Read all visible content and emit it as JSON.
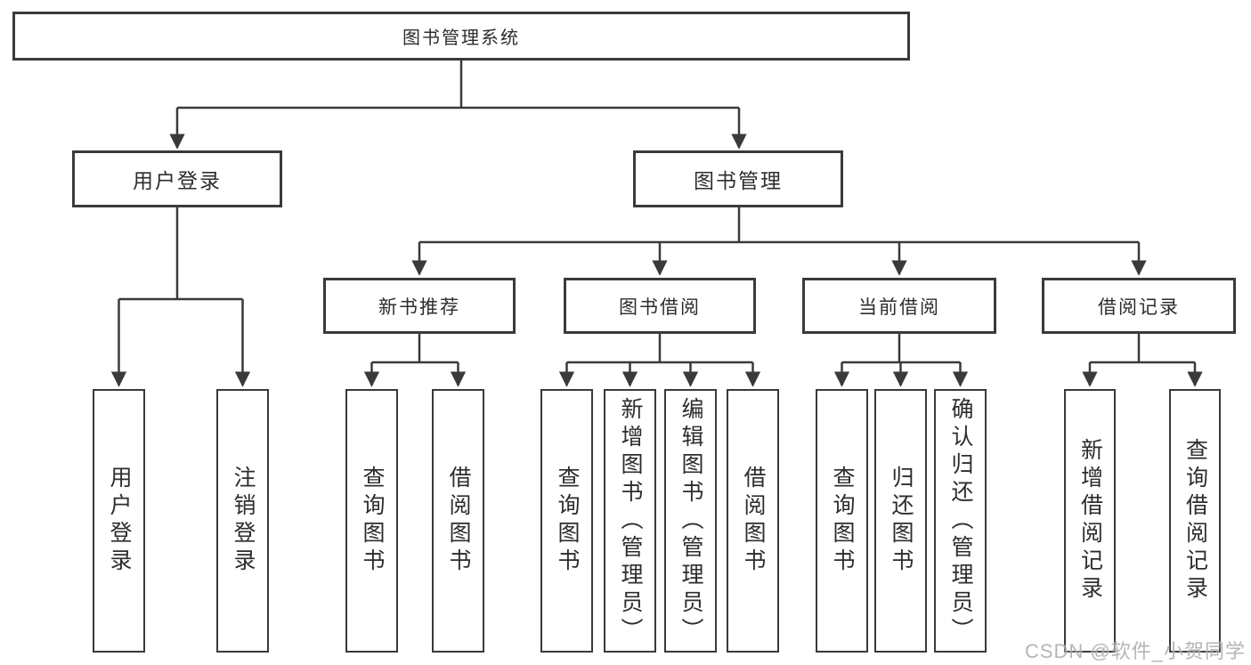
{
  "diagram": {
    "tree": {
      "label": "图书管理系统",
      "children": [
        {
          "label": "用户登录",
          "children": [
            {
              "label": "用户登录"
            },
            {
              "label": "注销登录"
            }
          ]
        },
        {
          "label": "图书管理",
          "children": [
            {
              "label": "新书推荐",
              "children": [
                {
                  "label": "查询图书"
                },
                {
                  "label": "借阅图书"
                }
              ]
            },
            {
              "label": "图书借阅",
              "children": [
                {
                  "label": "查询图书"
                },
                {
                  "label": "新增图书（管理员）"
                },
                {
                  "label": "编辑图书（管理员）"
                },
                {
                  "label": "借阅图书"
                }
              ]
            },
            {
              "label": "当前借阅",
              "children": [
                {
                  "label": "查询图书"
                },
                {
                  "label": "归还图书"
                },
                {
                  "label": "确认归还（管理员）"
                }
              ]
            },
            {
              "label": "借阅记录",
              "children": [
                {
                  "label": "新增借阅记录"
                },
                {
                  "label": "查询借阅记录"
                }
              ]
            }
          ]
        }
      ]
    },
    "watermark": "CSDN @软件_小贺同学",
    "colors": {
      "line": "#3a3a3a",
      "text": "#2d2d2d",
      "background": "#ffffff",
      "watermark": "#a9a9a9"
    }
  }
}
